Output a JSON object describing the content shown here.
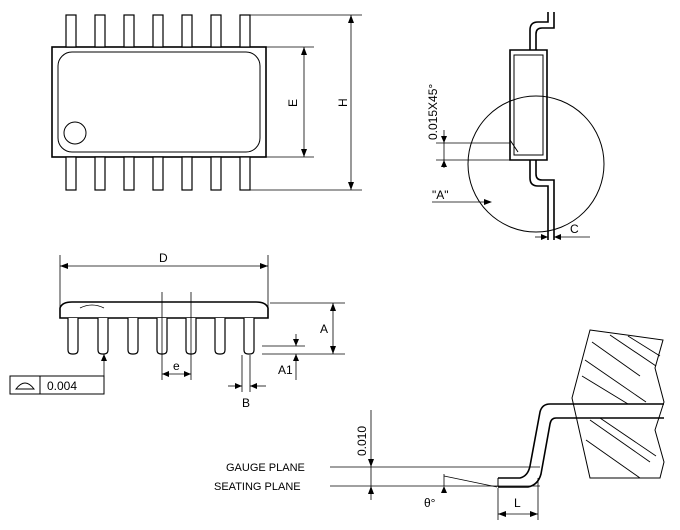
{
  "labels": {
    "E": "E",
    "H": "H",
    "chamfer": "0.015X45°",
    "detail_a": "\"A\"",
    "C": "C",
    "D": "D",
    "A": "A",
    "A1": "A1",
    "e": "e",
    "B": "B",
    "coplanarity_value": "0.004",
    "dim_0010": "0.010",
    "gauge_plane": "GAUGE PLANE",
    "seating_plane": "SEATING PLANE",
    "theta": "θ°",
    "L": "L"
  },
  "colors": {
    "line": "#000000",
    "background": "#ffffff"
  },
  "icons": {
    "coplanarity_symbol": "flatness-semicircle-icon"
  }
}
